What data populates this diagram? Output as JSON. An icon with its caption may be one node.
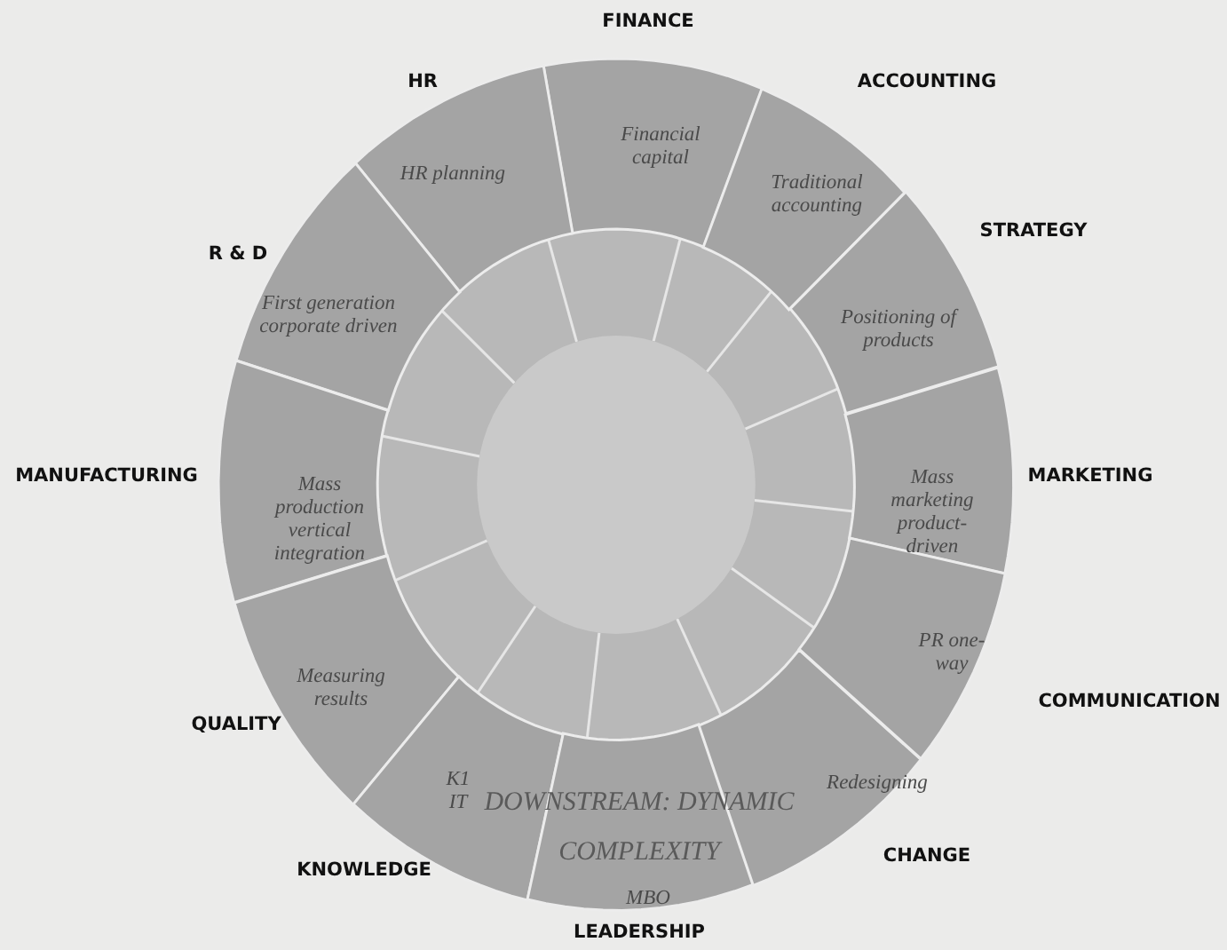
{
  "diagram": {
    "nodes": [
      {
        "text": [
          "Financial capital"
        ],
        "beside": [
          "FINANCE"
        ]
      },
      {
        "text": [
          "HR planning"
        ],
        "beside": [
          "HR"
        ]
      },
      {
        "text": [
          "Traditional accounting"
        ],
        "beside": [
          "ACCOUNTING"
        ]
      },
      {
        "text": [
          "First generation corporate driven"
        ],
        "beside": [
          "R & D"
        ]
      },
      {
        "text": [
          "Positioning of products"
        ],
        "beside": [
          "STRATEGY"
        ]
      },
      {
        "text": [
          "Mass production vertical integration"
        ],
        "beside": [
          "MANUFACTURING"
        ]
      },
      {
        "text": [
          "Mass marketing product-driven"
        ],
        "beside": [
          "MARKETING"
        ]
      },
      {
        "text": [
          "Measuring results"
        ],
        "beside": [
          "QUALITY"
        ]
      },
      {
        "text": [
          "PR one-way"
        ],
        "beside": [
          "COMMUNICATION"
        ]
      },
      {
        "text": [
          "K1 IT"
        ],
        "beside": [
          "KNOWLEDGE"
        ]
      },
      {
        "text": [
          "Redesigning"
        ],
        "beside": [
          "CHANGE"
        ]
      },
      {
        "text": [
          "MBO"
        ],
        "beside": [
          "LEADERSHIP"
        ]
      }
    ],
    "labels": [
      "DOWNSTREAM: DYNAMIC COMPLEXITY"
    ]
  }
}
